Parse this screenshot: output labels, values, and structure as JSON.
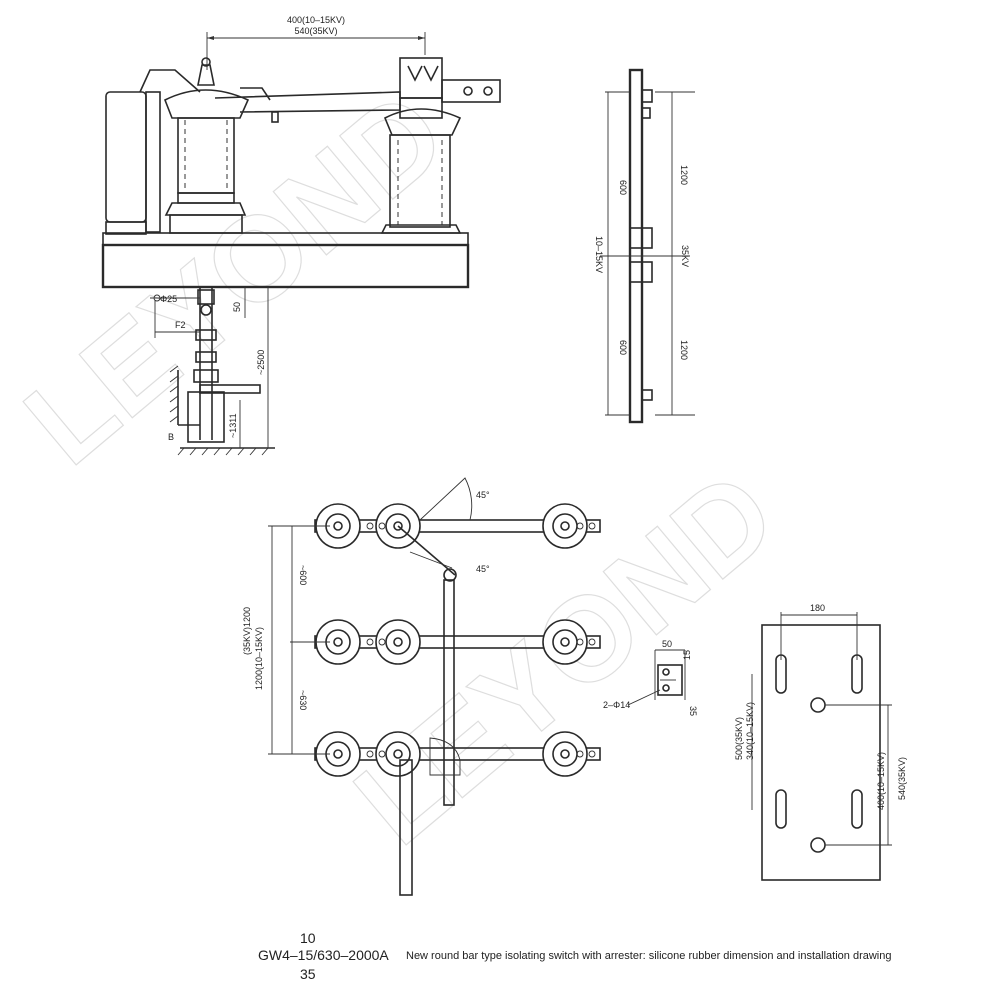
{
  "watermark": "LEYOND",
  "front_view": {
    "dim_top_1": "400(10–15KV)",
    "dim_top_2": "540(35KV)",
    "phi25": "Φ25",
    "f2": "F2",
    "dim_50": "50",
    "dim_2500": "~2500",
    "dim_1311": "~1311",
    "label_b": "B"
  },
  "side_view": {
    "dim_600_top": "600",
    "dim_1200_top": "1200",
    "label_10_15kv": "10–15KV",
    "label_35kv": "35KV",
    "dim_600_bot": "600",
    "dim_1200_bot": "1200"
  },
  "plan_view": {
    "angle_1": "45°",
    "angle_2": "45°",
    "dim_600": "~600",
    "dim_630": "~630",
    "dim_left_a": "1200(10–15KV)",
    "dim_left_b": "(35KV)1200"
  },
  "detail": {
    "dim_50": "50",
    "dim_15": "15",
    "dim_35": "35",
    "holes": "2–Φ14"
  },
  "base_plate": {
    "dim_180": "180",
    "dim_left_a": "500(35KV)",
    "dim_left_b": "340(10–15KV)",
    "dim_right_a": "400(10–15KV)",
    "dim_right_b": "540(35KV)"
  },
  "caption": {
    "model_prefix": "GW4–15/630–2000A",
    "sup_top": "10",
    "sub_bottom": "35",
    "description": "New round bar type isolating switch with arrester: silicone rubber dimension and installation drawing"
  }
}
